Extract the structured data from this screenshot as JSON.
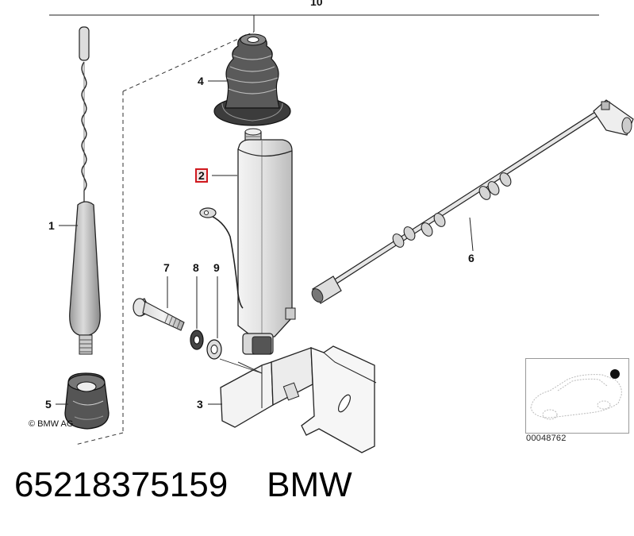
{
  "assembly_label": "10",
  "callouts": {
    "c1": "1",
    "c2": "2",
    "c3": "3",
    "c4": "4",
    "c5": "5",
    "c6": "6",
    "c7": "7",
    "c8": "8",
    "c9": "9"
  },
  "highlighted_callout": "2",
  "copyright": "© BMW AG",
  "reference_number": "00048762",
  "caption": {
    "part_number": "65218375159",
    "brand": "BMW"
  },
  "colors": {
    "line": "#222222",
    "part_fill": "#e6e6e6",
    "part_dark": "#bdbdbd",
    "highlight_border": "#d0191f",
    "highlight_bg": "#f3e3e3"
  },
  "thumbnail_icon": "car-rear-marker-icon"
}
